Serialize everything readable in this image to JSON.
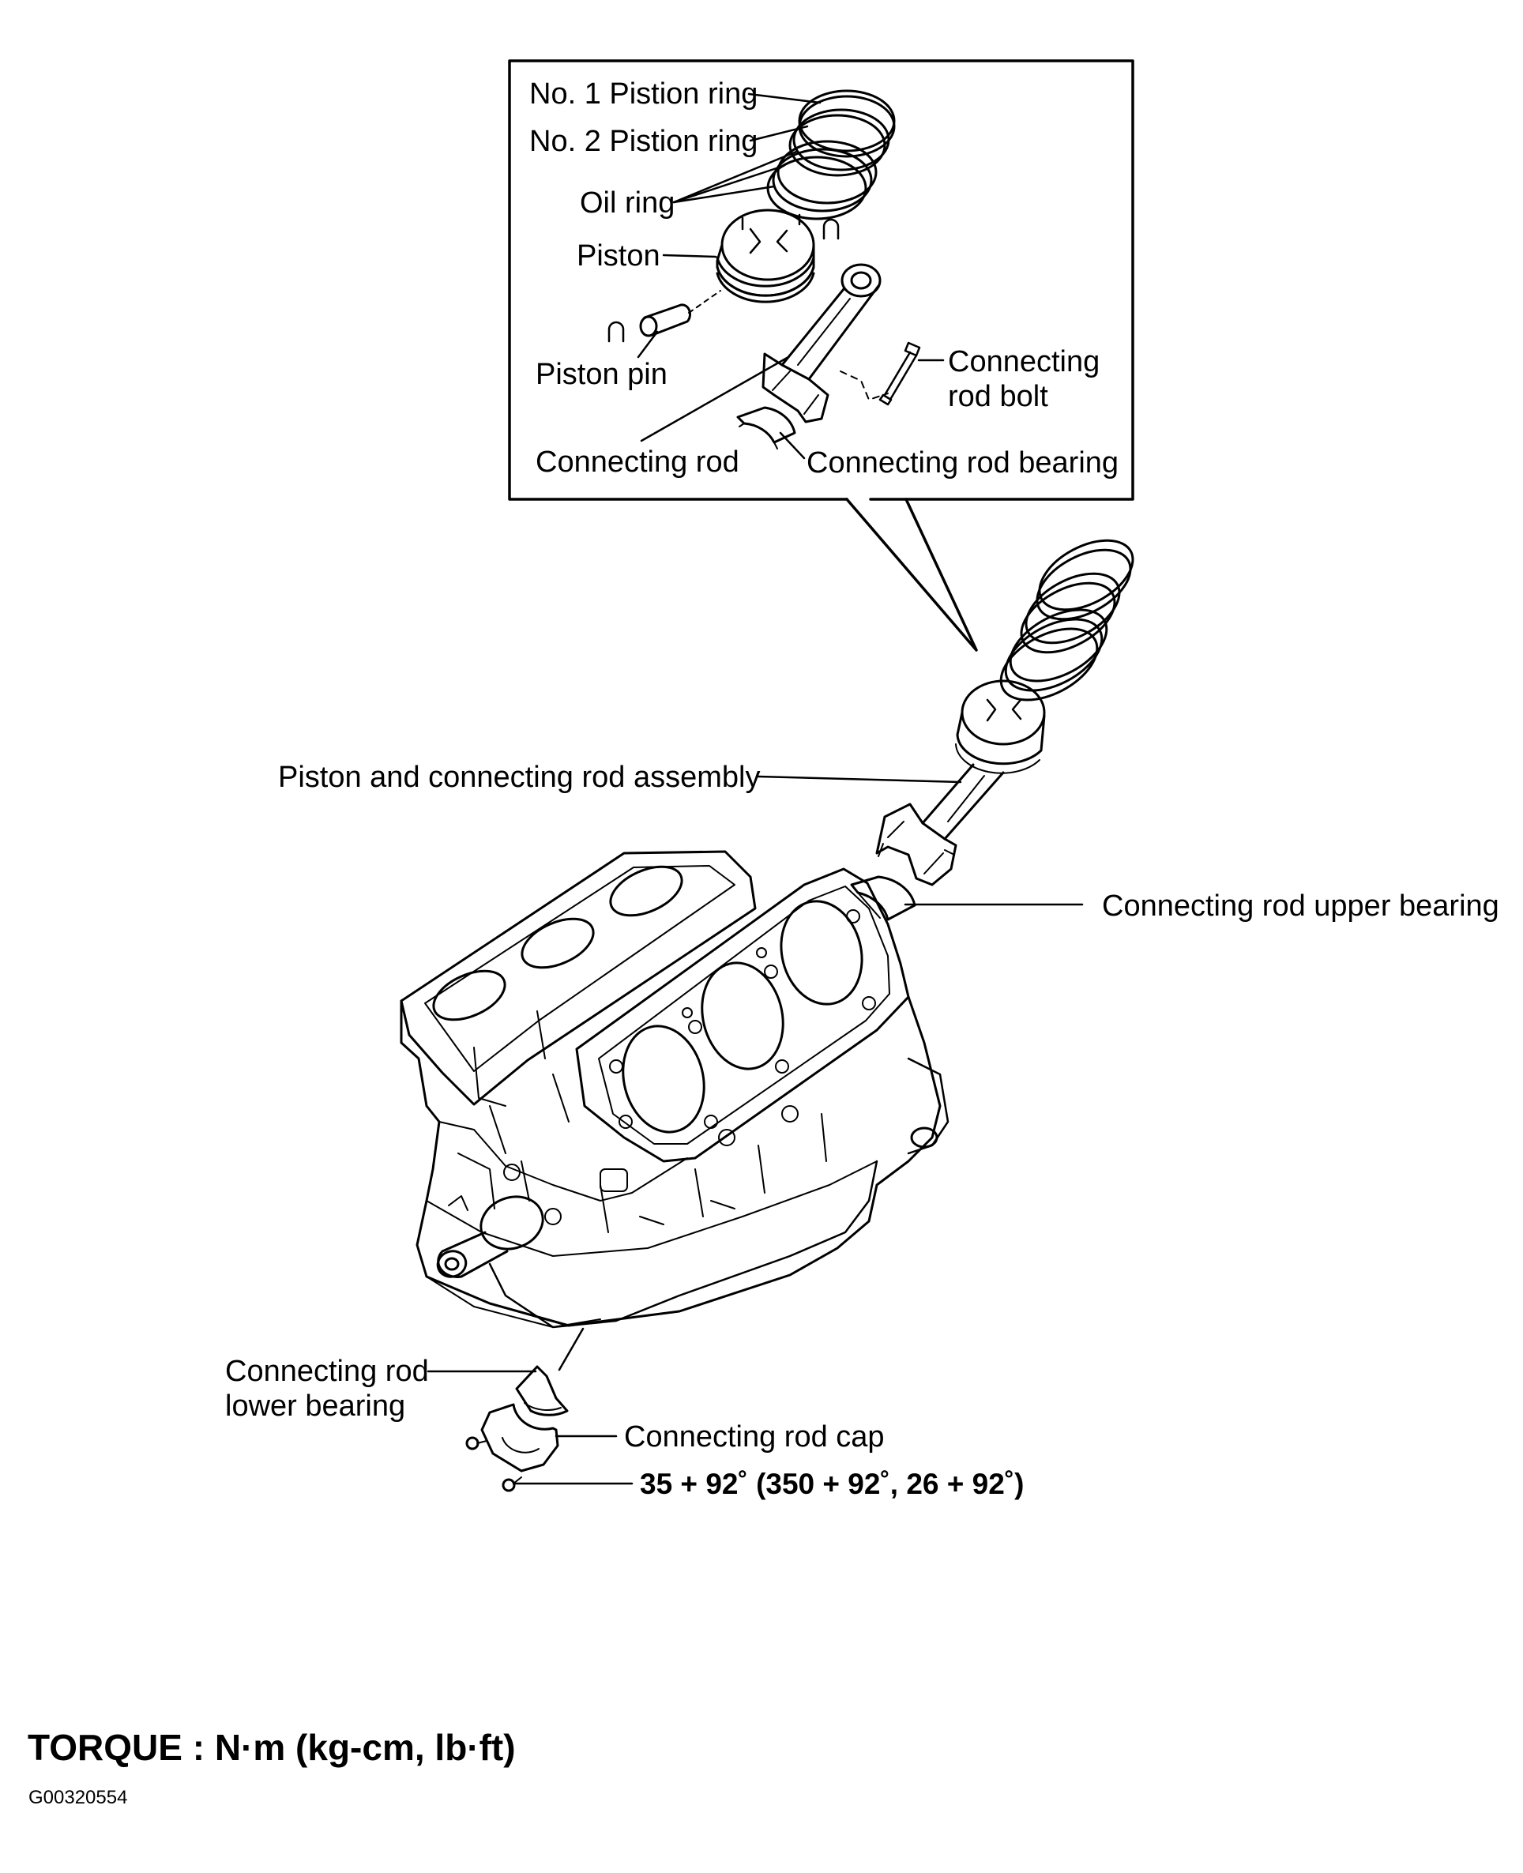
{
  "inset": {
    "labels": {
      "ring1": "No. 1 Pistion ring",
      "ring2": "No. 2 Pistion ring",
      "oil_ring": "Oil ring",
      "piston": "Piston",
      "piston_pin": "Piston pin",
      "rod_bolt": "Connecting\nrod bolt",
      "rod": "Connecting rod",
      "rod_bearing": "Connecting rod bearing"
    }
  },
  "main": {
    "labels": {
      "assembly": "Piston and connecting rod assembly",
      "upper_bearing": "Connecting rod upper bearing",
      "lower_bearing": "Connecting rod\nlower bearing",
      "rod_cap": "Connecting rod cap",
      "torque_spec": "35 + 92˚ (350 + 92˚, 26 + 92˚)"
    }
  },
  "footer": {
    "torque_legend": "TORQUE : N·m (kg-cm, lb·ft)",
    "figure_code": "G00320554"
  }
}
